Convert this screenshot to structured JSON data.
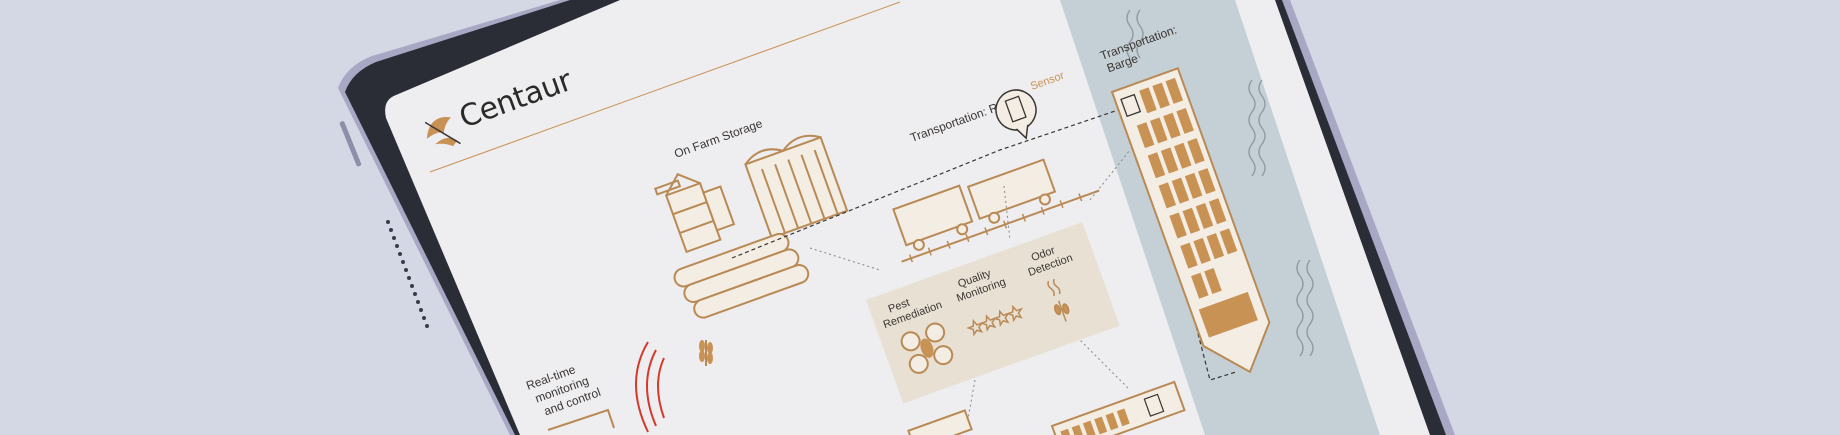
{
  "scene": {
    "background": "#d3d8e4",
    "device": "tablet",
    "screen_bg": "#eeedf0",
    "accent": "#c99255",
    "water": "#c5cfd6",
    "signal": "#d43a2a"
  },
  "app": {
    "logo_text": "Centaur"
  },
  "labels": {
    "on_farm_storage": "On Farm Storage",
    "rail": "Transportation: Rail",
    "sensor": "Sensor",
    "barge_line1": "Transportation:",
    "barge_line2": "Barge",
    "pest_line1": "Pest",
    "pest_line2": "Remediation",
    "quality_line1": "Quality",
    "quality_line2": "Monitoring",
    "odor_line1": "Odor",
    "odor_line2": "Detection",
    "realtime_line1": "Real-time",
    "realtime_line2": "monitoring",
    "realtime_line3": "and control"
  },
  "icons": [
    "centaur-logo-icon",
    "silo-icon",
    "grain-bin-icon",
    "rail-car-icon",
    "sensor-icon",
    "barge-icon",
    "drone-icon",
    "star-icon",
    "wheat-icon",
    "signal-icon",
    "truck-icon"
  ]
}
